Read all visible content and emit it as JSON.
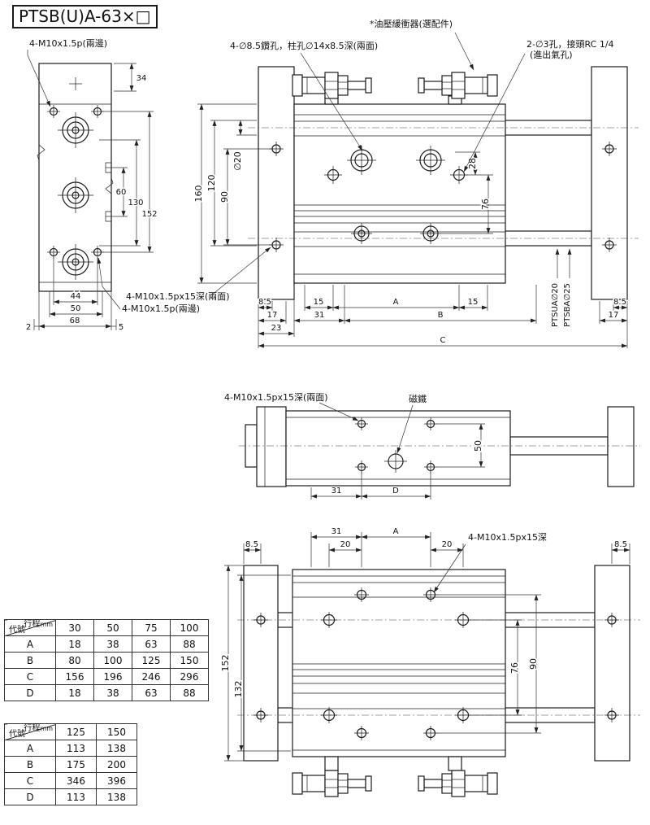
{
  "title": "PTSB(U)A-63×□",
  "annotations": {
    "m10_top": "4-M10x1.5p(兩邊)",
    "drill": "4-∅8.5鑽孔，柱孔∅14x8.5深(兩面)",
    "shock": "*油壓緩衝器(選配件)",
    "port1": "2-∅3孔，接頭RC 1/4",
    "port2": "(進出氣孔)",
    "m10_deep_front": "4-M10x1.5px15深(兩面)",
    "m10_bottom": "4-M10x1.5p(兩邊)",
    "m10_deep_mid": "4-M10x1.5px15深(兩面)",
    "magnet": "磁鐵",
    "m10_deep_plan": "4-M10x1.5px15深",
    "model_a": "PTSUA∅20",
    "model_b": "PTSBA∅25"
  },
  "dims": {
    "side": {
      "d34": "34",
      "d152": "152",
      "d130": "130",
      "d60": "60",
      "d44": "44",
      "d50": "50",
      "d68": "68",
      "d2": "2",
      "d5": "5"
    },
    "front": {
      "d160": "160",
      "d120": "120",
      "d90": "90",
      "rod": "∅20",
      "d28": "28",
      "d76": "76",
      "b85l": "8.5",
      "b17l": "17",
      "b23": "23",
      "b15l": "15",
      "b31": "31",
      "bA": "A",
      "bB": "B",
      "b15r": "15",
      "b85r": "8.5",
      "b17r": "17",
      "bC": "C"
    },
    "mid": {
      "d50": "50",
      "d31": "31",
      "dD": "D"
    },
    "plan": {
      "d31": "31",
      "dA": "A",
      "d20l": "20",
      "d20r": "20",
      "d85l": "8.5",
      "d85r": "8.5",
      "d152": "152",
      "d132": "132",
      "d76": "76",
      "d90": "90"
    }
  },
  "tables": {
    "t1": {
      "corner_top": "行程",
      "corner_unit": "mm",
      "corner_bottom": "代號",
      "cols": [
        "30",
        "50",
        "75",
        "100"
      ],
      "rows": [
        {
          "label": "A",
          "values": [
            "18",
            "38",
            "63",
            "88"
          ]
        },
        {
          "label": "B",
          "values": [
            "80",
            "100",
            "125",
            "150"
          ]
        },
        {
          "label": "C",
          "values": [
            "156",
            "196",
            "246",
            "296"
          ]
        },
        {
          "label": "D",
          "values": [
            "18",
            "38",
            "63",
            "88"
          ]
        }
      ]
    },
    "t2": {
      "corner_top": "行程",
      "corner_unit": "mm",
      "corner_bottom": "代號",
      "cols": [
        "125",
        "150"
      ],
      "rows": [
        {
          "label": "A",
          "values": [
            "113",
            "138"
          ]
        },
        {
          "label": "B",
          "values": [
            "175",
            "200"
          ]
        },
        {
          "label": "C",
          "values": [
            "346",
            "396"
          ]
        },
        {
          "label": "D",
          "values": [
            "113",
            "138"
          ]
        }
      ]
    }
  }
}
